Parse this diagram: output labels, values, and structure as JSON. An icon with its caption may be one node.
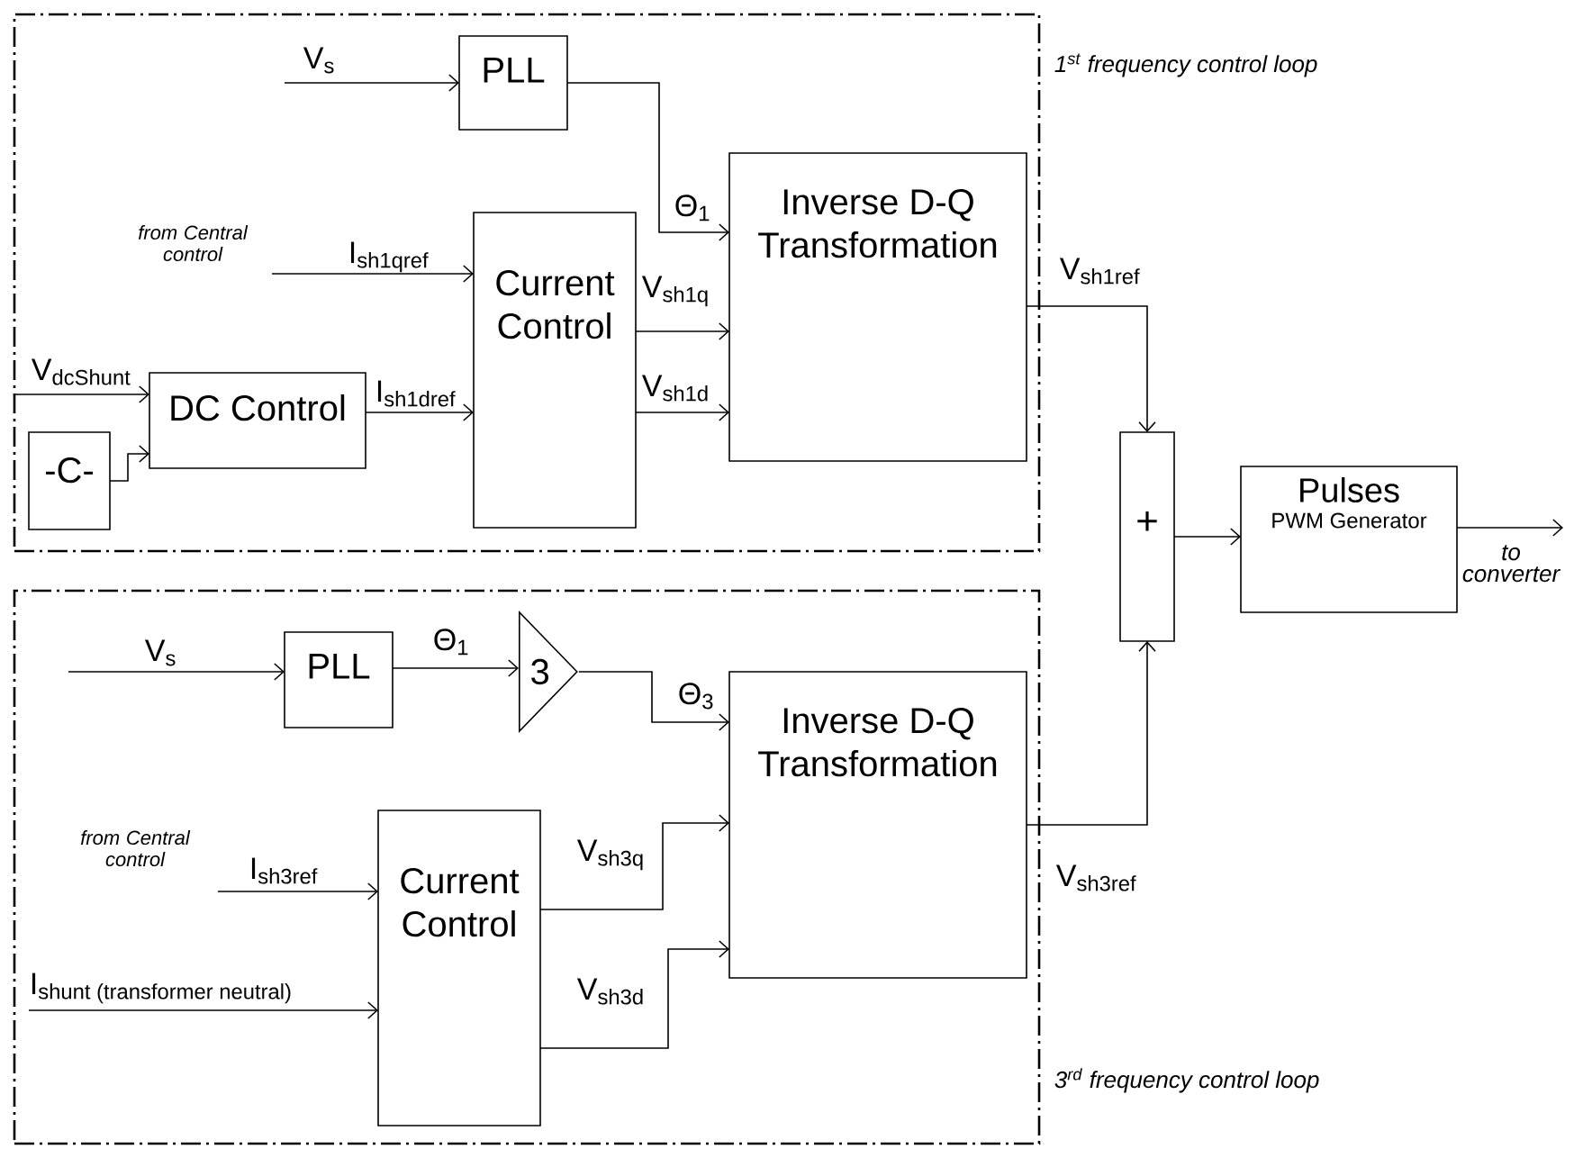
{
  "diagram": {
    "nodes": [
      {
        "text": [
          "1$^{st}$ frequency control loop"
        ]
      },
      {
        "text": [
          "PLL"
        ],
        "in": 0
      },
      {
        "text": [
          "Current Control"
        ],
        "in": 0
      },
      {
        "text": [
          "DC Control"
        ],
        "in": 0
      },
      {
        "text": [
          "-C-"
        ],
        "in": 0
      },
      {
        "text": [
          "Inverse D-Q Transformation"
        ],
        "in": 0
      },
      {
        "text": [
          "3$^{rd}$ frequency control loop"
        ]
      },
      {
        "text": [
          "PLL"
        ],
        "in": 6
      },
      {
        "text": [
          "3"
        ],
        "in": 6
      },
      {
        "text": [
          "Current Control"
        ],
        "in": 6
      },
      {
        "text": [
          "Inverse D-Q Transformation"
        ],
        "in": 6
      },
      {
        "text": [
          "+"
        ]
      },
      {
        "text": [
          "Pulses",
          "PWM Generator"
        ]
      }
    ],
    "edges": [
      {
        "from": null,
        "to": 1,
        "arrow": "to",
        "label": "V$_{s}$"
      },
      {
        "from": 1,
        "to": 5,
        "arrow": "to",
        "label": "Θ$_{1}$"
      },
      {
        "from": null,
        "to": 2,
        "arrow": "to",
        "label": "I$_{sh1qref}$"
      },
      {
        "from": null,
        "to": 3,
        "arrow": "to",
        "label": "V$_{dcShunt}$"
      },
      {
        "from": 4,
        "to": 3,
        "arrow": "to"
      },
      {
        "from": 3,
        "to": 2,
        "arrow": "to",
        "label": "I$_{sh1dref}$"
      },
      {
        "from": 2,
        "to": 5,
        "arrow": "to",
        "label": "V$_{sh1q}$"
      },
      {
        "from": 2,
        "to": 5,
        "arrow": "to",
        "label": "V$_{sh1d}$"
      },
      {
        "from": 5,
        "to": 11,
        "arrow": "to",
        "label": "V$_{sh1ref}$"
      },
      {
        "from": null,
        "to": 7,
        "arrow": "to",
        "label": "V$_{s}$"
      },
      {
        "from": 7,
        "to": 8,
        "arrow": "to",
        "label": "Θ$_{1}$"
      },
      {
        "from": 8,
        "to": 10,
        "arrow": "to",
        "label": "Θ$_{3}$"
      },
      {
        "from": null,
        "to": 9,
        "arrow": "to",
        "label": "I$_{sh3ref}$"
      },
      {
        "from": null,
        "to": 9,
        "arrow": "to",
        "label": "\\mathrm{I}_{\\text{shunt (transformer neutral)}}"
      },
      {
        "from": 9,
        "to": 10,
        "arrow": "to",
        "label": "V$_{sh3q}$"
      },
      {
        "from": 9,
        "to": 10,
        "arrow": "to",
        "label": "V$_{sh3d}$"
      },
      {
        "from": 10,
        "to": 11,
        "arrow": "to",
        "label": "V$_{sh3ref}$"
      },
      {
        "from": 11,
        "to": 12,
        "arrow": "to"
      },
      {
        "from": 12,
        "to": null,
        "arrow": "to",
        "label": "to converter"
      }
    ],
    "labels": [
      "from Central control",
      "from Central control"
    ]
  }
}
